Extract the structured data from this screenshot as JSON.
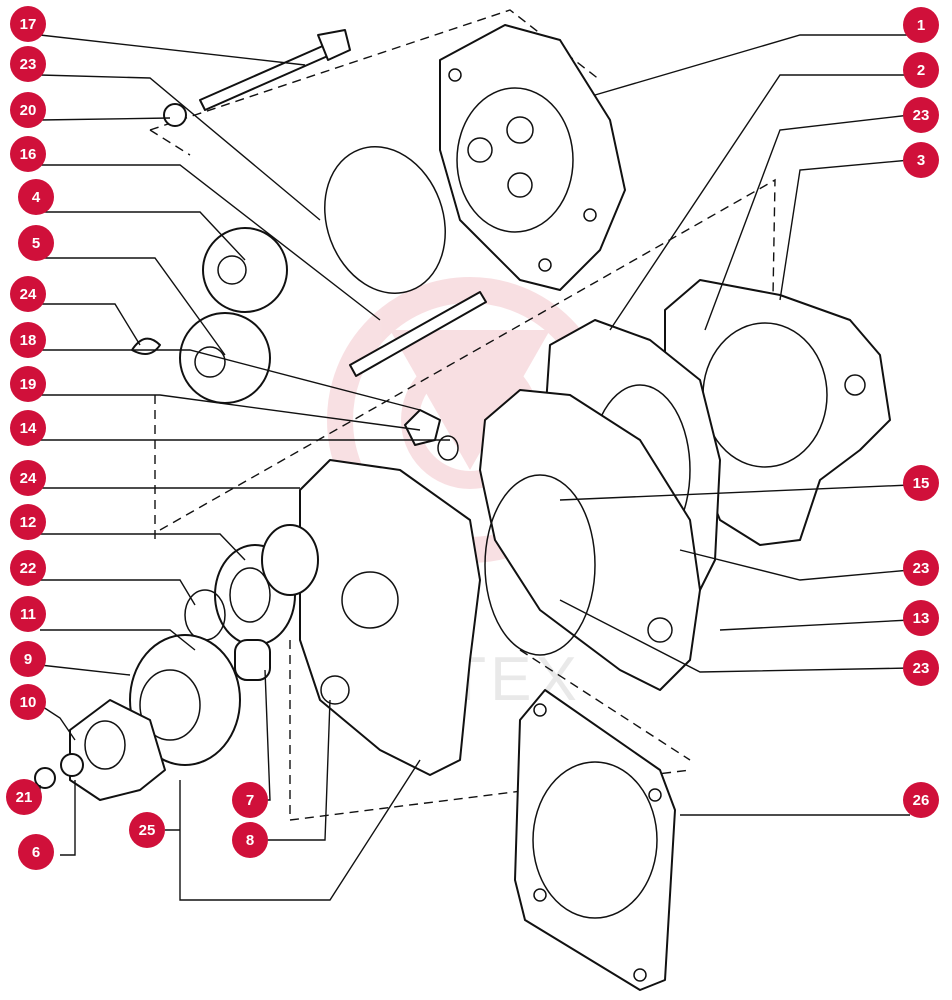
{
  "diagram": {
    "accent_color": "#d0103a",
    "watermark": {
      "text": "ЛИТЕХ",
      "color": "#f3c6cc"
    },
    "callouts": {
      "c1": "1",
      "c2": "2",
      "c23a": "23",
      "c3": "3",
      "c15": "15",
      "c23b": "23",
      "c13": "13",
      "c23c": "23",
      "c26": "26",
      "c17": "17",
      "c23d": "23",
      "c20": "20",
      "c16": "16",
      "c4": "4",
      "c5": "5",
      "c24a": "24",
      "c18": "18",
      "c19": "19",
      "c14": "14",
      "c24b": "24",
      "c12": "12",
      "c22": "22",
      "c11": "11",
      "c9": "9",
      "c10": "10",
      "c21": "21",
      "c6": "6",
      "c7": "7",
      "c8": "8",
      "c25": "25"
    }
  }
}
